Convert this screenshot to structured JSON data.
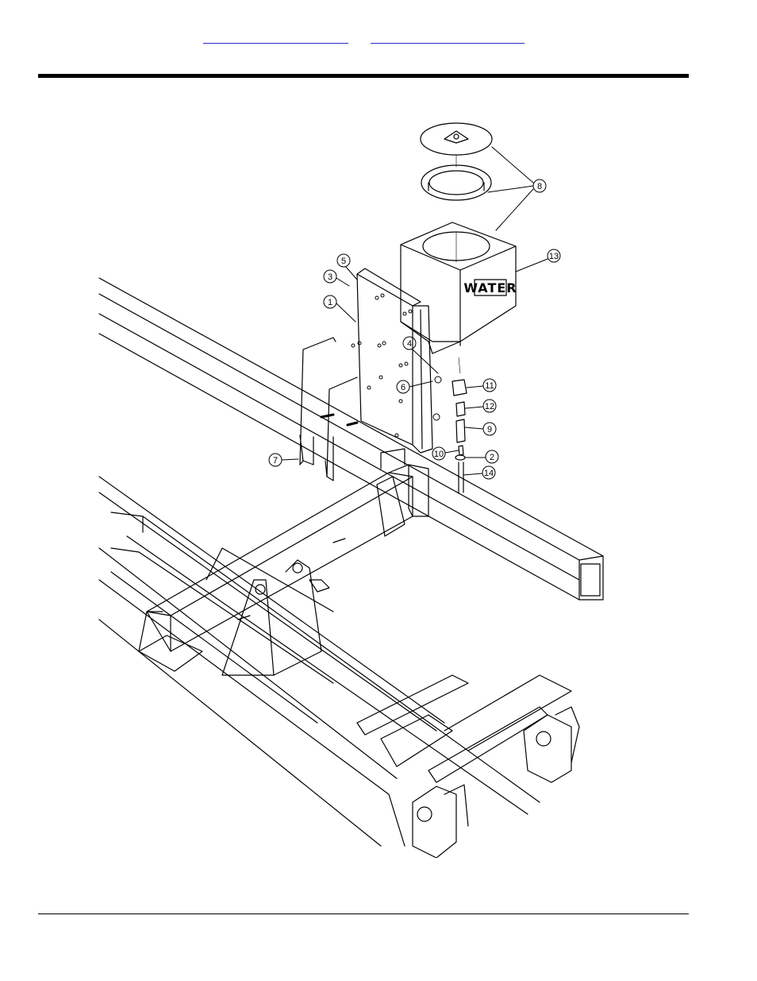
{
  "header": {
    "links": [
      {
        "label": ""
      },
      {
        "label": ""
      }
    ]
  },
  "drawing": {
    "tank_label": "WATER",
    "callouts": [
      "1",
      "2",
      "3",
      "4",
      "5",
      "6",
      "7",
      "8",
      "9",
      "10",
      "11",
      "12",
      "13",
      "14"
    ]
  },
  "colors": {
    "link": "#2a2ad0",
    "rule": "#000000",
    "line_art": "#000000"
  }
}
